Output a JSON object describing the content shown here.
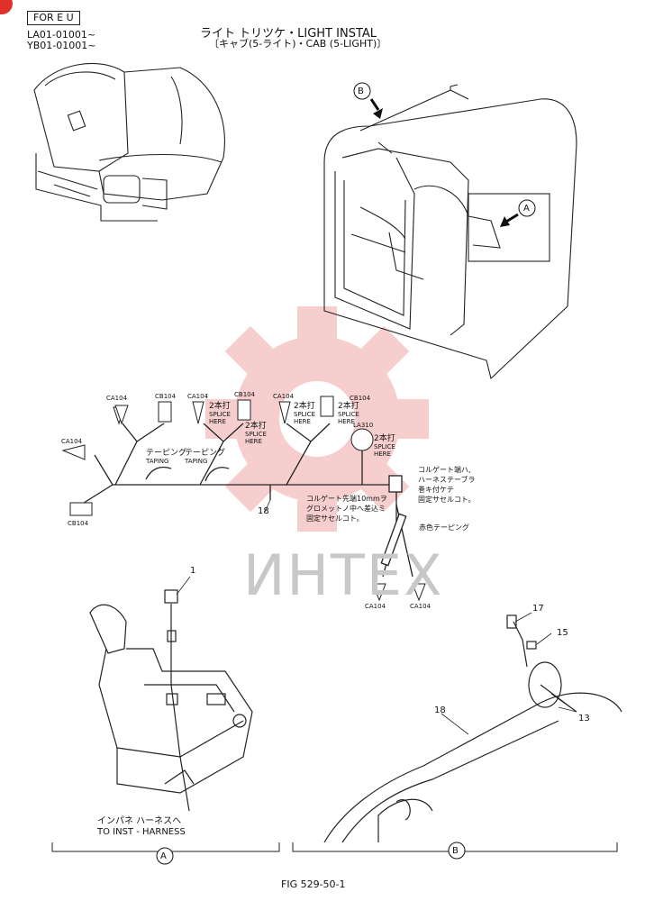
{
  "header": {
    "region_box": "FOR E U",
    "serial_1": "LA01-01001~",
    "serial_2": "YB01-01001~",
    "title_line1": "ライト トリツケ・LIGHT INSTAL",
    "title_line2": "〔キャブ(5-ライト)・CAB (5-LIGHT)〕"
  },
  "callouts": {
    "view_b_marker": "B",
    "view_a_marker": "A"
  },
  "harness": {
    "connectors": [
      "CA104",
      "CB104",
      "CA104",
      "CB104",
      "CA104",
      "CB104",
      "CA104",
      "CB104",
      "LA310",
      "CA104",
      "CA104"
    ],
    "splice_jp": "2本打",
    "splice_en_1": "SPLICE",
    "splice_en_2": "HERE",
    "taping_jp": "テーピング",
    "taping_en": "TAPING",
    "part_18": "18",
    "note_corrugate_1": "コルゲート先端10mmヲ",
    "note_corrugate_2": "グロメットノ中へ差込ミ",
    "note_corrugate_3": "固定サセルコト。",
    "note_tape_1": "コルゲート端ハ,",
    "note_tape_2": "ハーネステーブラ",
    "note_tape_3": "巻キ付ケテ",
    "note_tape_4": "固定サセルコト。",
    "note_red_tape": "赤色テーピング"
  },
  "detail_a": {
    "part_1": "1",
    "note_jp": "インパネ ハーネスへ",
    "note_en": "TO INST - HARNESS",
    "marker": "A"
  },
  "detail_b": {
    "part_17": "17",
    "part_15": "15",
    "part_18": "18",
    "part_13": "13",
    "marker": "B"
  },
  "footer": {
    "figure_id": "FIG 529-50-1"
  },
  "watermark": "ИНТЕХ",
  "colors": {
    "watermark_red": "#f5b5b5",
    "badge_red": "#e0302a"
  }
}
